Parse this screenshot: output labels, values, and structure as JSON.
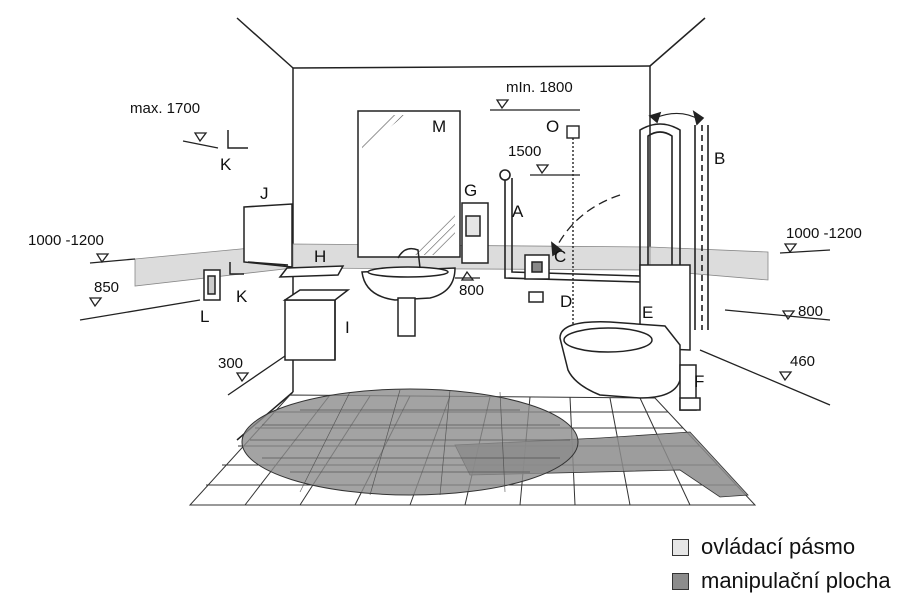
{
  "labels": {
    "A": "A",
    "B": "B",
    "C": "C",
    "D": "D",
    "E": "E",
    "F": "F",
    "G": "G",
    "H": "H",
    "I": "I",
    "J": "J",
    "K1": "K",
    "K2": "K",
    "L": "L",
    "M": "M",
    "O": "O"
  },
  "dimensions": {
    "max_1700": "max. 1700",
    "min_1800": "mIn. 1800",
    "d1500": "1500",
    "left_1000_1200": "1000 -1200",
    "right_1000_1200": "1000 -1200",
    "left_850": "850",
    "left_300": "300",
    "center_800": "800",
    "right_800": "800",
    "right_460": "460"
  },
  "legend": {
    "control_zone": "ovládací pásmo",
    "manipulation_area": "manipulační plocha"
  },
  "colors": {
    "control_zone": "#dcdcdc",
    "manipulation_area": "#8c8c8c",
    "line": "#222222"
  }
}
